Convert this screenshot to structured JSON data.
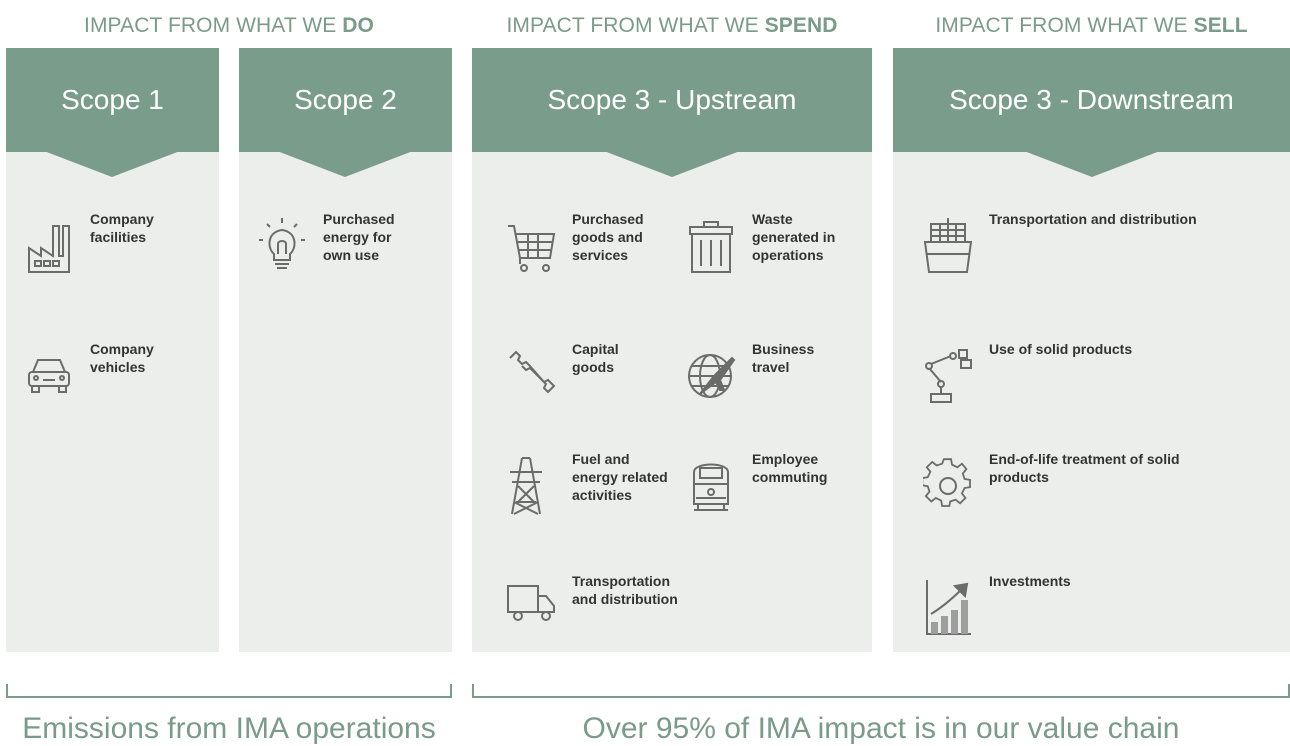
{
  "headings": {
    "do": {
      "prefix": "IMPACT FROM WHAT WE ",
      "bold": "DO"
    },
    "spend": {
      "prefix": "IMPACT FROM WHAT WE ",
      "bold": "SPEND"
    },
    "sell": {
      "prefix": "IMPACT FROM WHAT WE ",
      "bold": "SELL"
    }
  },
  "columns": {
    "scope1": {
      "title": "Scope 1",
      "items": [
        {
          "label": "Company\nfacilities",
          "icon": "factory-icon"
        },
        {
          "label": "Company\nvehicles",
          "icon": "car-icon"
        }
      ]
    },
    "scope2": {
      "title": "Scope 2",
      "items": [
        {
          "label": "Purchased\nenergy for\nown use",
          "icon": "lightbulb-icon"
        }
      ]
    },
    "scope3up": {
      "title": "Scope 3 - Upstream",
      "items": [
        {
          "label": "Purchased\ngoods and\nservices",
          "icon": "shopping-cart-icon"
        },
        {
          "label": "Waste\ngenerated in\noperations",
          "icon": "trash-bin-icon"
        },
        {
          "label": "Capital\ngoods",
          "icon": "wrench-icon"
        },
        {
          "label": "Business\ntravel",
          "icon": "globe-plane-icon"
        },
        {
          "label": "Fuel and\nenergy related\nactivities",
          "icon": "power-tower-icon"
        },
        {
          "label": "Employee\ncommuting",
          "icon": "train-icon"
        },
        {
          "label": "Transportation\nand distribution",
          "icon": "truck-icon"
        }
      ]
    },
    "scope3down": {
      "title": "Scope 3 - Downstream",
      "items": [
        {
          "label": "Transportation and distribution",
          "icon": "ship-icon"
        },
        {
          "label": "Use of solid products",
          "icon": "robot-arm-icon"
        },
        {
          "label": "End-of-life treatment of solid\nproducts",
          "icon": "gear-icon"
        },
        {
          "label": "Investments",
          "icon": "growth-chart-icon"
        }
      ]
    }
  },
  "captions": {
    "operations": "Emissions from IMA operations",
    "value_chain": "Over 95% of IMA impact is in our value chain"
  },
  "colors": {
    "header": "#7a9c8b",
    "column": "#eceeeb",
    "heading_text": "#7a9a8a",
    "icon": "#6b6b6b"
  }
}
